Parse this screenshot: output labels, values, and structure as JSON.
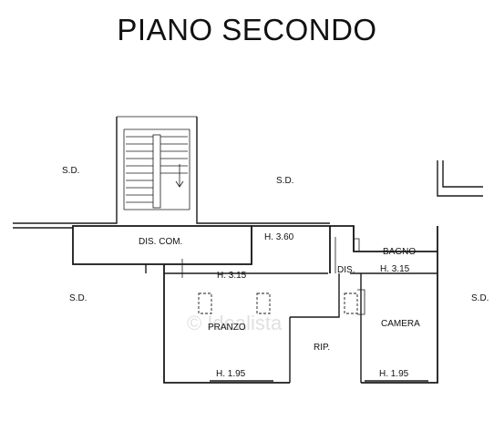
{
  "title": "PIANO SECONDO",
  "labels": {
    "sd_top_left": "S.D.",
    "sd_top_center": "S.D.",
    "sd_left": "S.D.",
    "sd_right": "S.D.",
    "dis_com": "DIS. COM.",
    "h_360": "H. 3.60",
    "bagno": "BAGNO",
    "dis": "DIS.",
    "h_315_left": "H. 3.15",
    "h_315_right": "H. 3.15",
    "pranzo": "PRANZO",
    "camera": "CAMERA",
    "rip": "RIP.",
    "h_195_left": "H. 1.95",
    "h_195_right": "H. 1.95"
  }
}
